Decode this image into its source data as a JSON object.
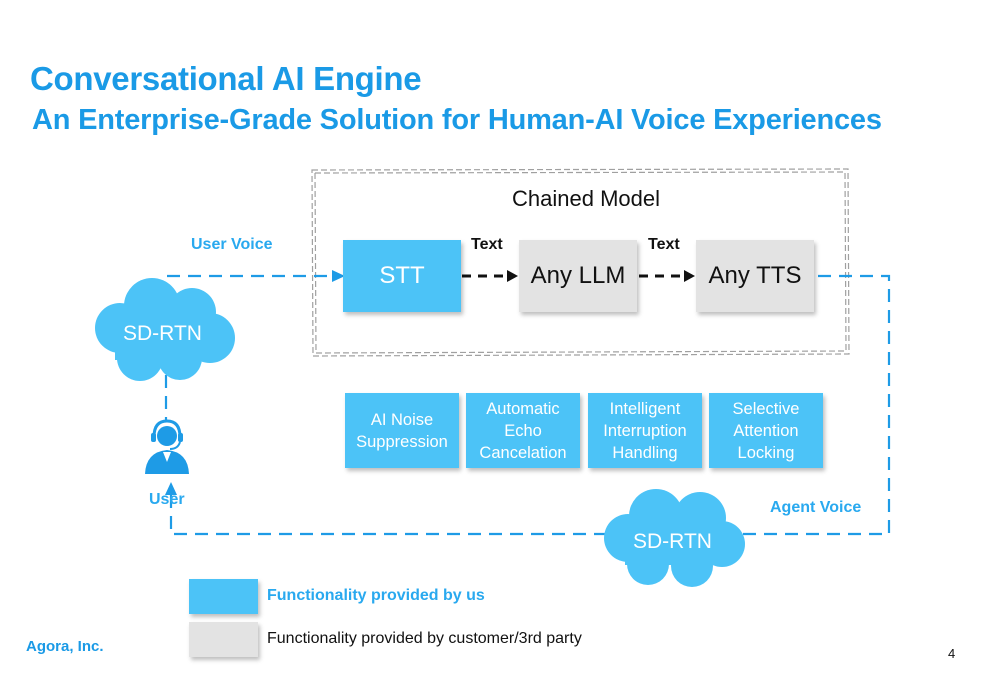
{
  "header": {
    "title": "Conversational AI Engine",
    "subtitle": "An Enterprise-Grade Solution for Human-AI Voice Experiences"
  },
  "diagram": {
    "chained_model_label": "Chained Model",
    "nodes": {
      "stt": "STT",
      "llm": "Any LLM",
      "tts": "Any TTS"
    },
    "edge_labels": {
      "stt_to_llm": "Text",
      "llm_to_tts": "Text",
      "user_voice": "User Voice",
      "agent_voice": "Agent Voice"
    },
    "clouds": {
      "left": "SD-RTN",
      "bottom": "SD-RTN"
    },
    "user_label": "User",
    "user_icon": "user-headset-icon",
    "features": [
      "AI Noise\nSuppression",
      "Automatic\nEcho\nCancelation",
      "Intelligent\nInterruption\nHandling",
      "Selective\nAttention\nLocking"
    ]
  },
  "legend": {
    "provided_by_us": "Functionality provided by us",
    "provided_by_customer": "Functionality provided by customer/3rd party"
  },
  "footer": {
    "company": "Agora, Inc.",
    "page_number": "4"
  },
  "colors": {
    "brand_blue": "#1a9ae6",
    "box_blue": "#4cc3f7",
    "box_gray": "#e3e3e3",
    "connector_blue": "#1e9be6"
  }
}
